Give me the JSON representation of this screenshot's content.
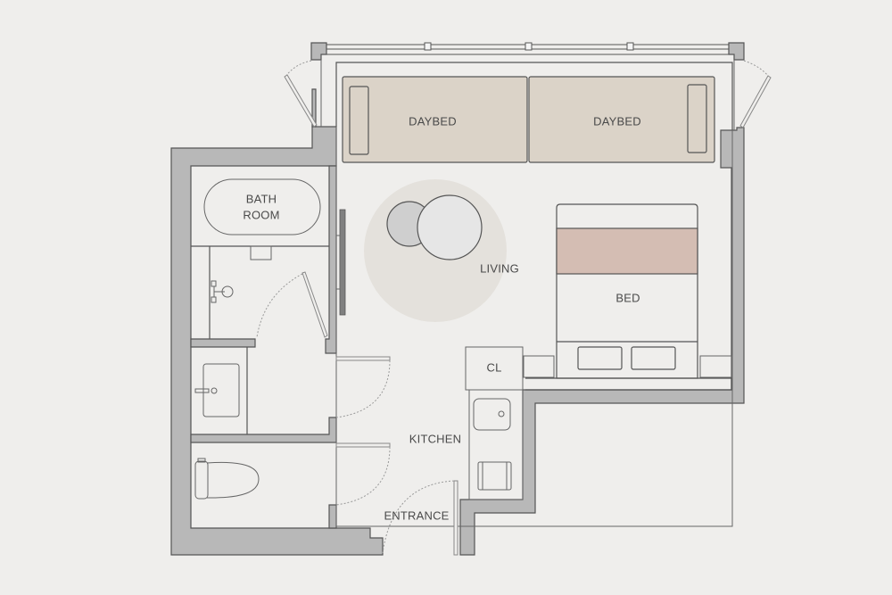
{
  "diagram": {
    "type": "floor-plan",
    "colors": {
      "background": "#efeeec",
      "wall": "#b8b8b8",
      "wall_outline": "#555555",
      "daybed": "#dbd3c8",
      "bed_blanket": "#d4bdb3",
      "rug": "#e4e1dc",
      "stool": "#cfcfcf",
      "side_table": "#e6e6e6",
      "text": "#4a4a4a"
    },
    "rooms": {
      "daybed_left": "DAYBED",
      "daybed_right": "DAYBED",
      "bathroom_line1": "BATH",
      "bathroom_line2": "ROOM",
      "living": "LIVING",
      "bed": "BED",
      "closet": "CL",
      "kitchen": "KITCHEN",
      "entrance": "ENTRANCE"
    }
  }
}
